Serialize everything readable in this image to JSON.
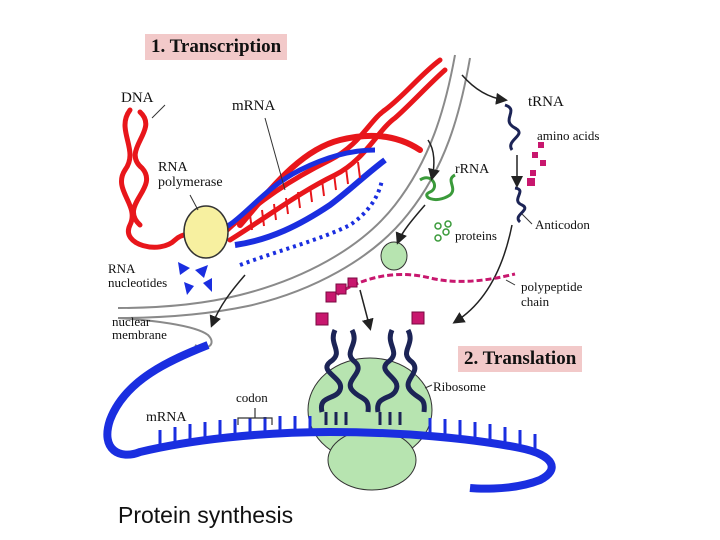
{
  "title": "Protein synthesis",
  "sections": {
    "transcription": "1. Transcription",
    "translation": "2. Translation"
  },
  "labels": {
    "dna": "DNA",
    "mrna_top": "mRNA",
    "trna": "tRNA",
    "amino_acids": "amino acids",
    "rna_polymerase_1": "RNA",
    "rna_polymerase_2": "polymerase",
    "rrna": "rRNA",
    "proteins": "proteins",
    "anticodon": "Anticodon",
    "rna_nucleotides_1": "RNA",
    "rna_nucleotides_2": "nucleotides",
    "polypeptide_1": "polypeptide",
    "polypeptide_2": "chain",
    "nuclear_membrane_1": "nuclear",
    "nuclear_membrane_2": "membrane",
    "ribosome": "Ribosome",
    "codon": "codon",
    "mrna_bottom": "mRNA"
  },
  "colors": {
    "section_bg": "#f2c9c9",
    "dna_red": "#e8161b",
    "rna_blue": "#1a2ee0",
    "ribosome_green": "#b7e4b0",
    "polymerase_yellow": "#f7f0a0",
    "amino_magenta": "#c8176e",
    "trna_navy": "#1c2456",
    "rrna_green": "#3a9a3a",
    "membrane_gray": "#9a9a9a"
  }
}
